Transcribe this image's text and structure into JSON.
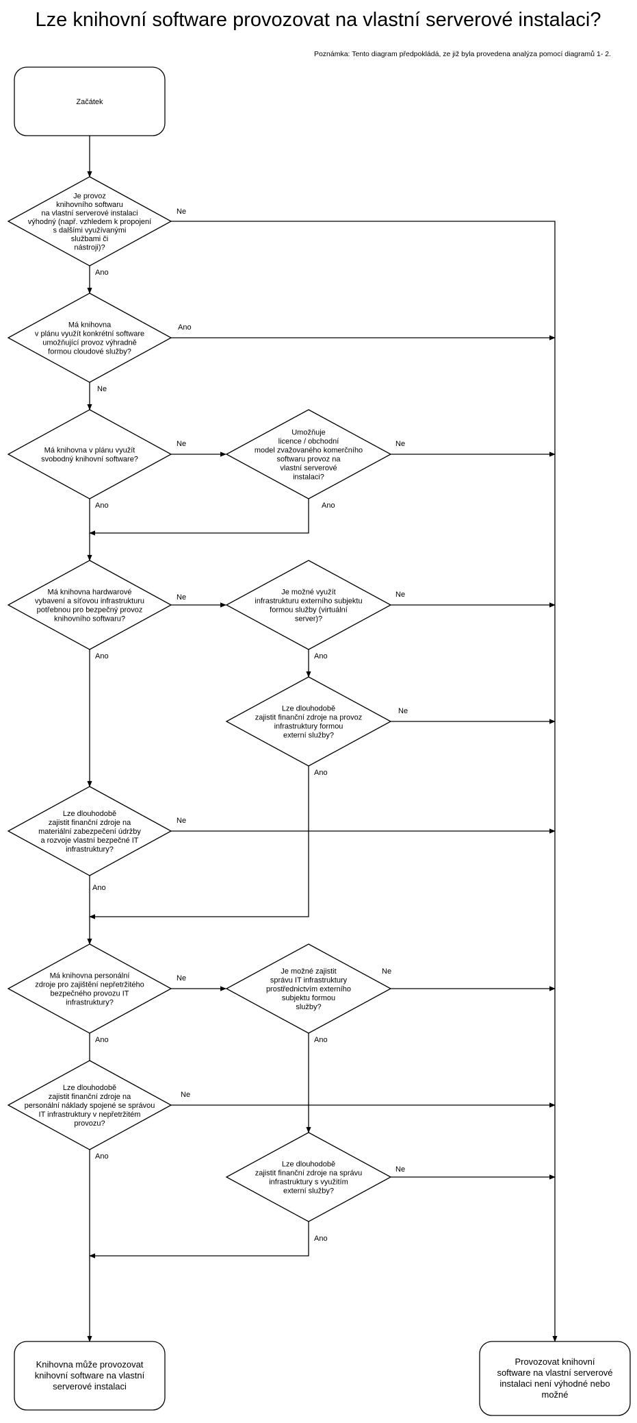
{
  "title": "Lze knihovní software provozovat na vlastní serverové instalaci?",
  "note": "Poznámka: Tento diagram předpokládá, ze již byla provedena analýza pomocí diagramů 1- 2.",
  "nodes": {
    "start": [
      "Začátek"
    ],
    "q1": [
      "Je provoz",
      "knihovního softwaru",
      "na vlastní serverové instalaci",
      "výhodný (např. vzhledem k propojení",
      "s dalšími využívanými",
      "službami či",
      "nástroji)?"
    ],
    "q2": [
      "Má knihovna",
      "v plánu využít konkrétní software",
      "umožňující provoz výhradně",
      "formou cloudové služby?"
    ],
    "q3": [
      "Má knihovna v plánu využít",
      "svobodný knihovní software?"
    ],
    "q3b": [
      "Umožňuje",
      "licence / obchodní",
      "model zvažovaného komerčního",
      "softwaru provoz na",
      "vlastní serverové",
      "instalaci?"
    ],
    "q4": [
      "Má knihovna hardwarové",
      "vybavení a síťovou infrastrukturu",
      "potřebnou pro bezpečný provoz",
      "knihovního softwaru?"
    ],
    "q4b": [
      "Je možné využít",
      "infrastrukturu externího subjektu",
      "formou služby (virtuální",
      "server)?"
    ],
    "q4c": [
      "Lze dlouhodobě",
      "zajistit finanční zdroje na provoz",
      "infrastruktury formou",
      "externí služby?"
    ],
    "q5": [
      "Lze dlouhodobě",
      "zajistit finanční zdroje na",
      "materiální zabezpečení údržby",
      "a rozvoje vlastní bezpečné IT",
      "infrastruktury?"
    ],
    "q6": [
      "Má knihovna personální",
      "zdroje pro zajištění nepřetržitého",
      "bezpečného provozu IT",
      "infrastruktury?"
    ],
    "q6b": [
      "Je možné zajistit",
      "správu IT infrastruktury",
      "prostřednictvím externího",
      "subjektu formou",
      "služby?"
    ],
    "q7": [
      "Lze dlouhodobě",
      "zajistit finanční zdroje na",
      "personální náklady spojené se správou",
      "IT infrastruktury v nepřetržitém",
      "provozu?"
    ],
    "q7b": [
      "Lze dlouhodobě",
      "zajistit finanční zdroje na správu",
      "infrastruktury s využitím",
      "externí služby?"
    ],
    "end_yes": [
      "Knihovna může provozovat",
      "knihovní software na vlastní",
      "serverové instalaci"
    ],
    "end_no": [
      "Provozovat knihovní",
      "software na vlastní serverové",
      "instalaci není výhodné nebo",
      "možné"
    ]
  },
  "edge_labels": {
    "q1_no": "Ne",
    "q1_yes": "Ano",
    "q2_yes": "Ano",
    "q2_no": "Ne",
    "q3_no": "Ne",
    "q3_yes": "Ano",
    "q3b_no": "Ne",
    "q3b_yes": "Ano",
    "q4_no": "Ne",
    "q4_yes": "Ano",
    "q4b_no": "Ne",
    "q4b_yes": "Ano",
    "q4c_no": "Ne",
    "q4c_yes": "Ano",
    "q5_no": "Ne",
    "q5_yes": "Ano",
    "q6_no": "Ne",
    "q6_yes": "Ano",
    "q6b_no": "Ne",
    "q6b_yes": "Ano",
    "q7_no": "Ne",
    "q7_yes": "Ano",
    "q7b_no": "Ne",
    "q7b_yes": "Ano"
  }
}
